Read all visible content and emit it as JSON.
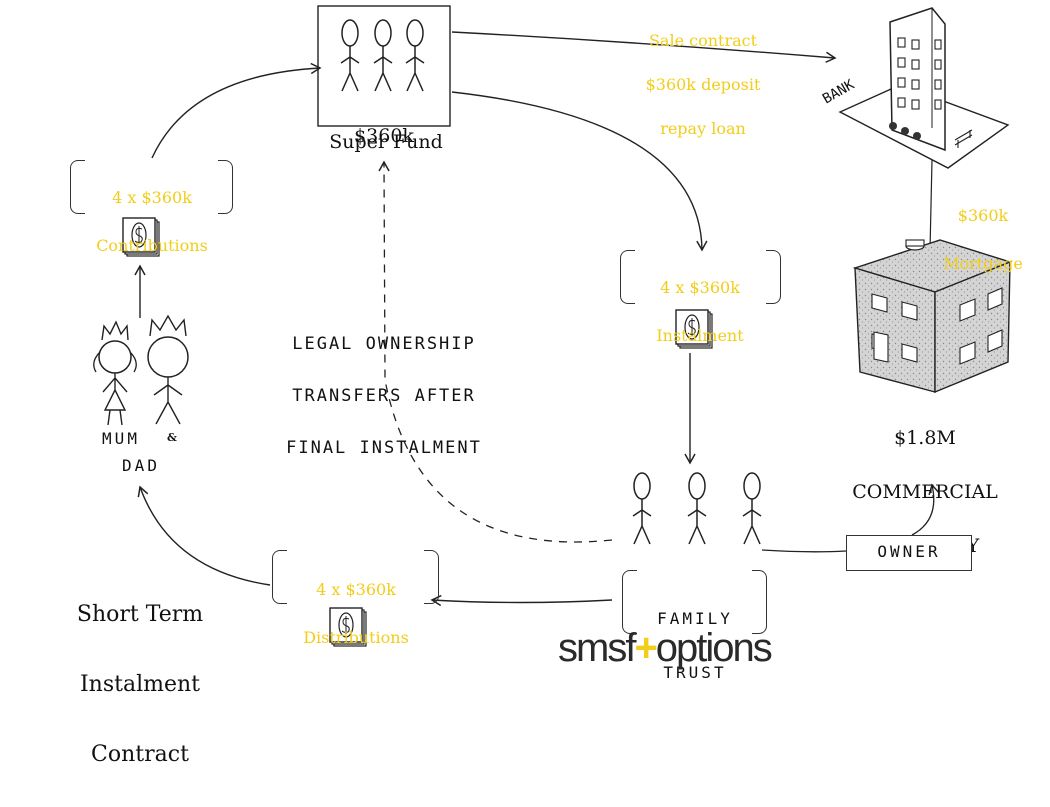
{
  "nodes": {
    "super_fund": {
      "amount": "$360k",
      "name": "Super Fund"
    },
    "bank": {
      "sign": "BANK"
    },
    "property": {
      "line1": "$1.8M",
      "line2": "COMMERCIAL",
      "line3": "PROPERTY"
    },
    "parents": {
      "mum": "MUM",
      "and": "&",
      "dad": "DAD"
    },
    "family_trust": {
      "line1": "FAMILY",
      "line2": "TRUST"
    },
    "owner": "OWNER"
  },
  "flows": {
    "sale_contract": [
      "Sale contract",
      "$360k deposit",
      "repay loan"
    ],
    "mortgage": [
      "$360k",
      "Mortgage"
    ],
    "contributions": [
      "4 x $360k",
      "Contributions"
    ],
    "instalment": [
      "4 x $360k",
      "Instalment"
    ],
    "distributions": [
      "4 x $360k",
      "Distributions"
    ]
  },
  "note": [
    "LEGAL OWNERSHIP",
    "TRANSFERS AFTER",
    "FINAL INSTALMENT"
  ],
  "title": [
    "Short Term",
    "Instalment",
    "Contract"
  ],
  "brand": {
    "left": "smsf",
    "plus": "+",
    "right": "options"
  },
  "colors": {
    "accent": "#f2cd19",
    "ink": "#111111",
    "building_fill": "#cfcfcf"
  },
  "icons": [
    "stick-figure-icon",
    "money-stack-icon",
    "bank-building-icon",
    "commercial-building-icon"
  ]
}
